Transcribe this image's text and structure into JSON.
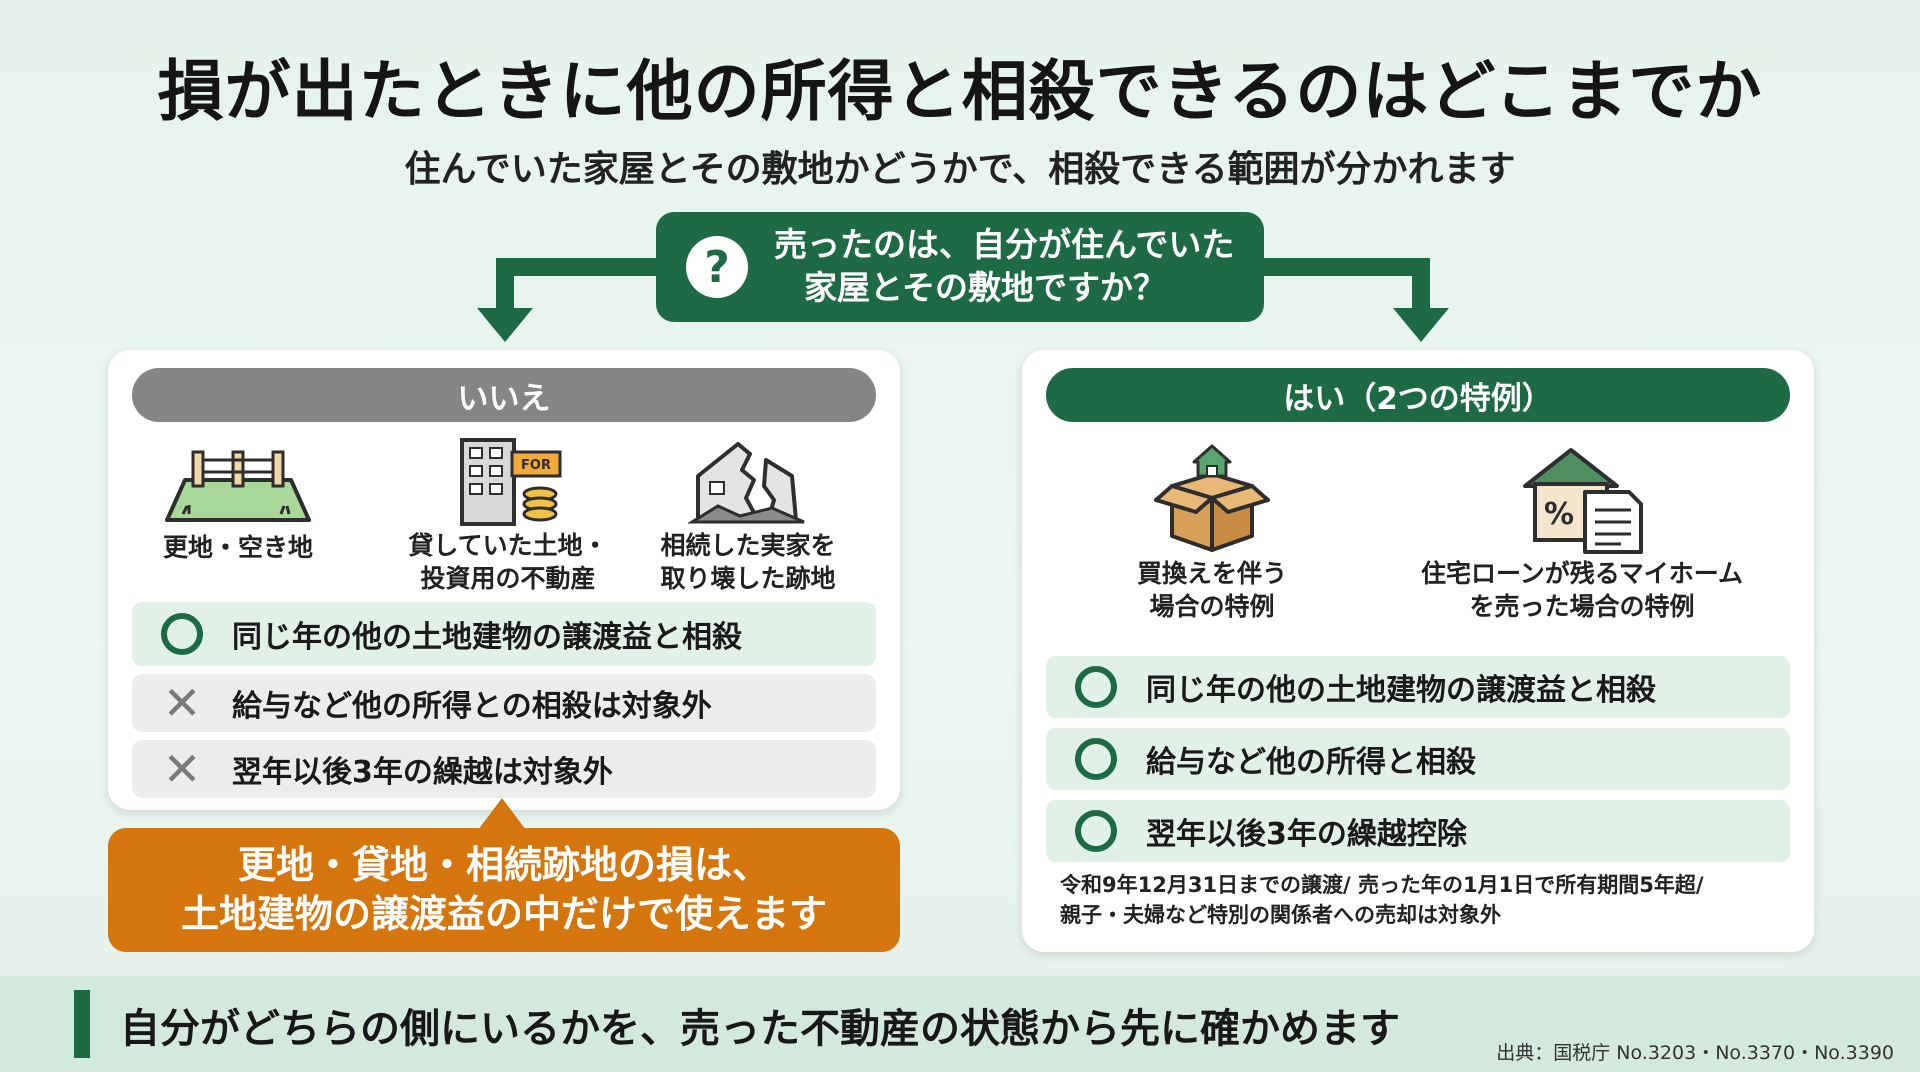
{
  "title": "損が出たときに他の所得と相殺できるのはどこまでか",
  "subtitle": "住んでいた家屋とその敷地かどうかで、相殺できる範囲が分かれます",
  "question": {
    "icon": "question-icon",
    "line1": "売ったのは、自分が住んでいた",
    "line2": "家屋とその敷地ですか？"
  },
  "left": {
    "header": "いいえ",
    "icons": [
      {
        "icon": "vacant-land-icon",
        "label1": "更地・空き地",
        "label2": ""
      },
      {
        "icon": "rental-building-icon",
        "label1": "貸していた土地・",
        "label2": "投資用の不動産",
        "sign": "FOR"
      },
      {
        "icon": "demolished-house-icon",
        "label1": "相続した実家を",
        "label2": "取り壊した跡地"
      }
    ],
    "rows": [
      {
        "mark": "circle",
        "text": "同じ年の他の土地建物の譲渡益と相殺"
      },
      {
        "mark": "cross",
        "text": "給与など他の所得との相殺は対象外"
      },
      {
        "mark": "cross",
        "text": "翌年以後3年の繰越は対象外"
      }
    ],
    "callout_line1": "更地・貸地・相続跡地の損は、",
    "callout_line2": "土地建物の譲渡益の中だけで使えます"
  },
  "right": {
    "header": "はい（2つの特例）",
    "icons": [
      {
        "icon": "moving-box-house-icon",
        "label1": "買換えを伴う",
        "label2": "場合の特例"
      },
      {
        "icon": "home-loan-document-icon",
        "label1": "住宅ローンが残るマイホーム",
        "label2": "を売った場合の特例"
      }
    ],
    "rows": [
      {
        "mark": "circle",
        "text": "同じ年の他の土地建物の譲渡益と相殺"
      },
      {
        "mark": "circle",
        "text": "給与など他の所得と相殺"
      },
      {
        "mark": "circle",
        "text": "翌年以後3年の繰越控除"
      }
    ],
    "note_line1": "令和9年12月31日までの譲渡/ 売った年の1月1日で所有期間5年超/",
    "note_line2": "親子・夫婦など特別の関係者への売却は対象外"
  },
  "footer": {
    "message": "自分がどちらの側にいるかを、売った不動産の状態から先に確かめます",
    "source": "出典：国税庁 No.3203・No.3370・No.3390"
  },
  "colors": {
    "primary_green": "#1d6a45",
    "gray": "#858585",
    "orange": "#d4760d",
    "light_green": "#e1f1e7"
  }
}
